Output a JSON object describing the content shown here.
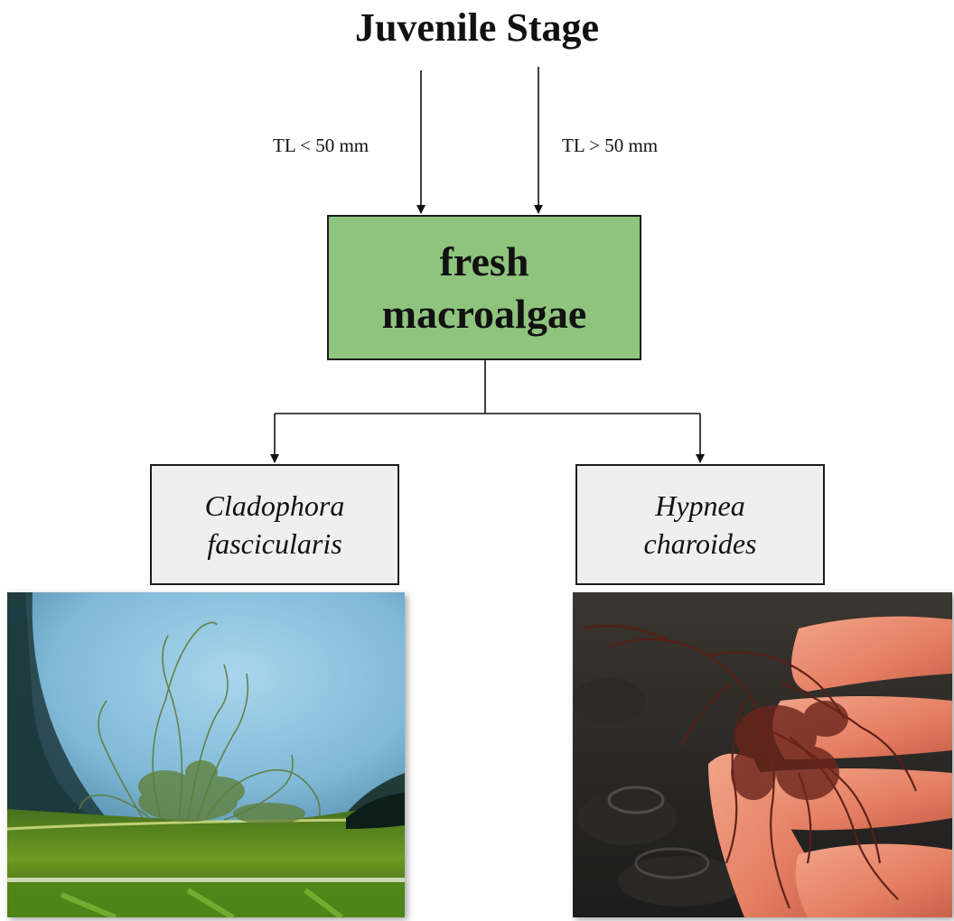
{
  "title": "Juvenile Stage",
  "edges": {
    "left_label": "TL < 50 mm",
    "right_label": "TL > 50 mm"
  },
  "center_node": {
    "line1": "fresh",
    "line2": "macroalgae",
    "fill": "#8fc47e"
  },
  "leaves": [
    {
      "line1": "Cladophora",
      "line2": "fascicularis",
      "fill": "#efefef",
      "photo_icon": "green-algae-underwater-photo"
    },
    {
      "line1": "Hypnea",
      "line2": "charoides",
      "fill": "#efefef",
      "photo_icon": "red-algae-in-hand-photo"
    }
  ]
}
